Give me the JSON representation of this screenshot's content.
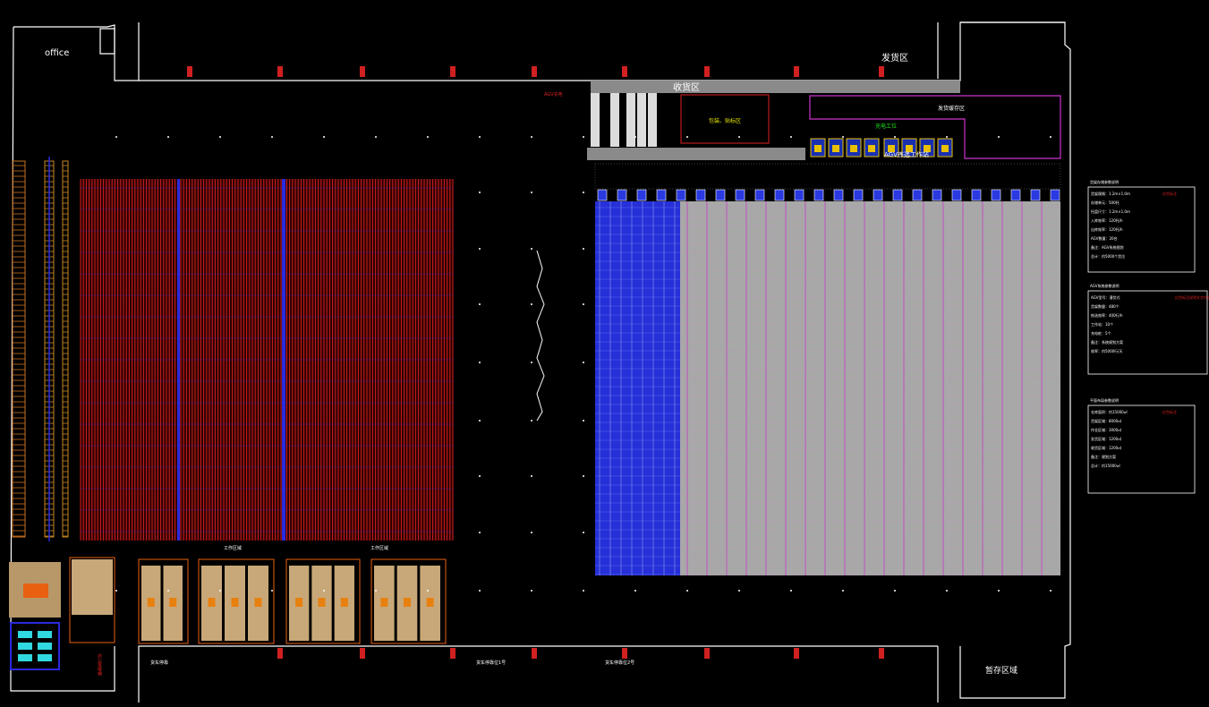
{
  "labels": {
    "office": "office",
    "shipping_area": "发货区",
    "receiving_area": "收货区",
    "packing_area": "包装、贴标区",
    "agv_area_top": "发货缓存区",
    "agv_station": "AGV拣选工作站",
    "charging": "充电工位",
    "temp_area": "暂存区域",
    "label_a": "工作区域",
    "label_b": "工作区域",
    "small_red": "AGV充电",
    "bottom_dock_1": "货车停靠",
    "bottom_dock_2": "货车停靠位1号",
    "bottom_dock_3": "货车停靠位2号",
    "vert_red_text": "办公室楼梯"
  },
  "info_boxes": [
    {
      "title": "货架存储参数说明",
      "lines": [
        "货架规格：1.2m×1.0m",
        "存储单元：500托",
        "托盘尺寸：1.2m×1.0m",
        "入库效率：120托/h",
        "出库效率：120托/h",
        "AGV数量：20台",
        "备注：AGV系统规划",
        "总计：约5000个货位"
      ],
      "red": "红色标注"
    },
    {
      "title": "AGV系统参数说明",
      "lines": [
        "AGV型号：潜伏式",
        "货架数量：480个",
        "拣选效率：400行/h",
        "工作站：10个",
        "充电桩：5个",
        "备注：系统规划方案",
        "效率：约5000行/天"
      ],
      "red": "红色标注说明文字内容"
    },
    {
      "title": "平面布局参数说明",
      "lines": [
        "仓库面积：约15000㎡",
        "货架区域：8000㎡",
        "作业区域：3000㎡",
        "发货区域：1200㎡",
        "收货区域：1200㎡",
        "备注：规划方案",
        "总计：约15000㎡"
      ],
      "red": "红色标注"
    }
  ],
  "colors": {
    "background": "#000000",
    "rack_red": "#d42020",
    "rack_blue": "#2a2adf",
    "agv_grey": "#a8a8a8",
    "agv_blue": "#2530d8",
    "magenta": "#cc33cc",
    "wall": "#ffffff",
    "door_red": "#d02020"
  }
}
